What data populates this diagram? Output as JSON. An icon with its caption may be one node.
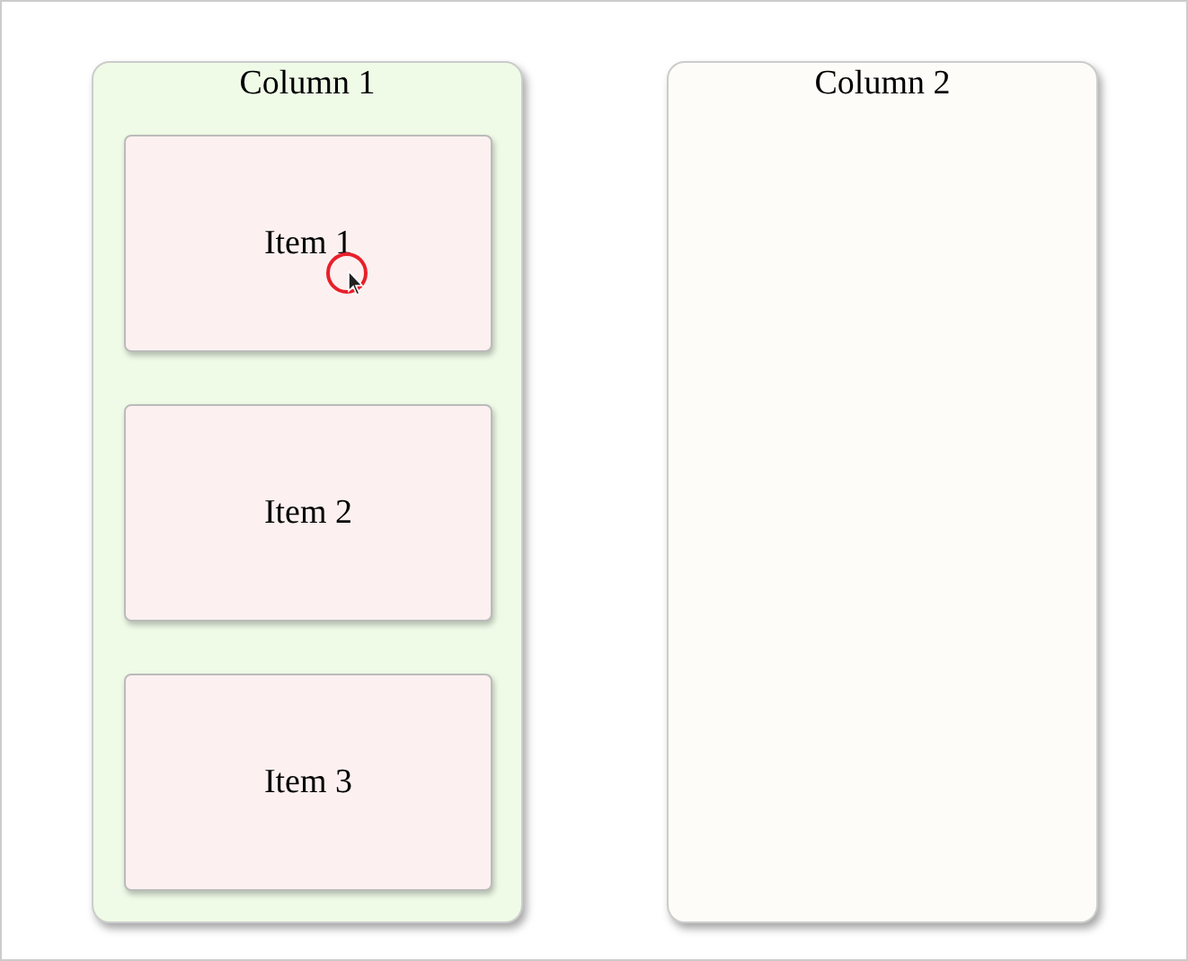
{
  "diagram": {
    "nodes": [
      {
        "text": [
          "Column 1"
        ]
      },
      {
        "text": [
          "Item 1"
        ],
        "in": 0
      },
      {
        "text": [
          "Item 2"
        ],
        "in": 0
      },
      {
        "text": [
          "Item 3"
        ],
        "in": 0
      },
      {
        "text": [
          "Column 2"
        ]
      }
    ]
  }
}
